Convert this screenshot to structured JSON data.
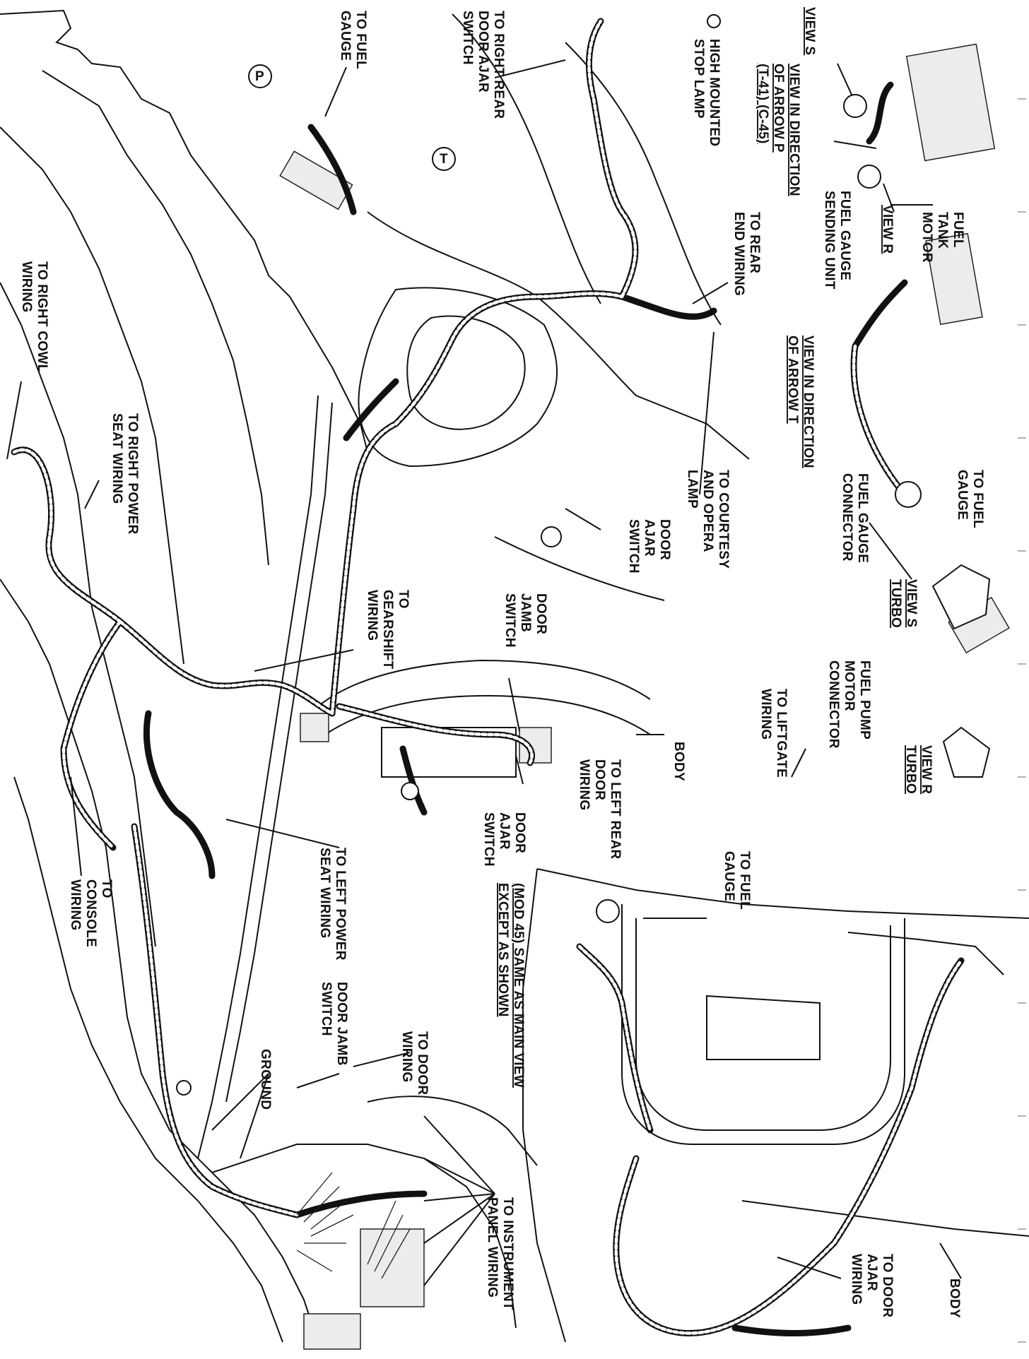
{
  "labels": {
    "to_fuel_gauge_top": [
      "TO FUEL",
      "GAUGE"
    ],
    "to_right_rear_door_ajar": [
      "TO RIGHT REAR",
      "DOOR AJAR",
      "SWITCH"
    ],
    "high_mounted_stop_lamp": [
      "HIGH MOUNTED",
      "STOP LAMP"
    ],
    "view_s": "VIEW S",
    "view_in_direction_p": [
      "VIEW IN DIRECTION",
      "OF ARROW P",
      "(T-41) (C-45)"
    ],
    "fuel_gauge_sending_unit": [
      "FUEL GAUGE",
      "SENDING UNIT"
    ],
    "view_r": "VIEW R",
    "fuel_tank_motor": [
      "FUEL",
      "TANK",
      "MOTOR"
    ],
    "to_rear_end_wiring": [
      "TO REAR",
      "END WIRING"
    ],
    "view_in_direction_t": [
      "VIEW IN DIRECTION",
      "OF ARROW T"
    ],
    "to_fuel_gauge_right": [
      "TO FUEL",
      "GAUGE"
    ],
    "fuel_gauge_connector": [
      "FUEL GAUGE",
      "CONNECTOR"
    ],
    "to_courtesy_opera": [
      "TO COURTESY",
      "AND OPERA",
      "LAMP"
    ],
    "door_ajar_switch_upper": [
      "DOOR",
      "AJAR",
      "SWITCH"
    ],
    "view_s_turbo": [
      "VIEW S",
      "TURBO"
    ],
    "to_right_cowl": [
      "TO RIGHT COWL",
      "WIRING"
    ],
    "to_right_power_seat": [
      "TO RIGHT POWER",
      "SEAT WIRING"
    ],
    "to_gearshift": [
      "TO",
      "GEARSHIFT",
      "WIRING"
    ],
    "door_jamb_switch_mid": [
      "DOOR",
      "JAMB",
      "SWITCH"
    ],
    "fuel_pump_motor_connector": [
      "FUEL PUMP",
      "MOTOR",
      "CONNECTOR"
    ],
    "view_r_turbo": [
      "VIEW R",
      "TURBO"
    ],
    "to_liftgate": [
      "TO LIFTGATE",
      "WIRING"
    ],
    "body_mid": "BODY",
    "to_left_rear_door": [
      "TO LEFT REAR",
      "DOOR",
      "WIRING"
    ],
    "door_ajar_switch_lower": [
      "DOOR",
      "AJAR",
      "SWITCH"
    ],
    "to_fuel_gauge_lower": [
      "TO FUEL",
      "GAUGE"
    ],
    "to_left_power_seat": [
      "TO LEFT POWER",
      "SEAT WIRING"
    ],
    "to_console": [
      "TO",
      "CONSOLE",
      "WIRING"
    ],
    "mod45": [
      "(MOD 45) SAME AS MAIN VIEW",
      "EXCEPT AS SHOWN"
    ],
    "door_jamb_switch_low": [
      "DOOR JAMB",
      "SWITCH"
    ],
    "to_door_wiring": [
      "TO DOOR",
      "WIRING"
    ],
    "ground": "GROUND",
    "to_instrument_panel": [
      "TO INSTRUMENT",
      "PANEL WIRING"
    ],
    "to_door_ajar_wiring": [
      "TO DOOR",
      "AJAR",
      "WIRING"
    ],
    "body_bottom": "BODY",
    "arrow_p": "P",
    "arrow_t": "T"
  }
}
